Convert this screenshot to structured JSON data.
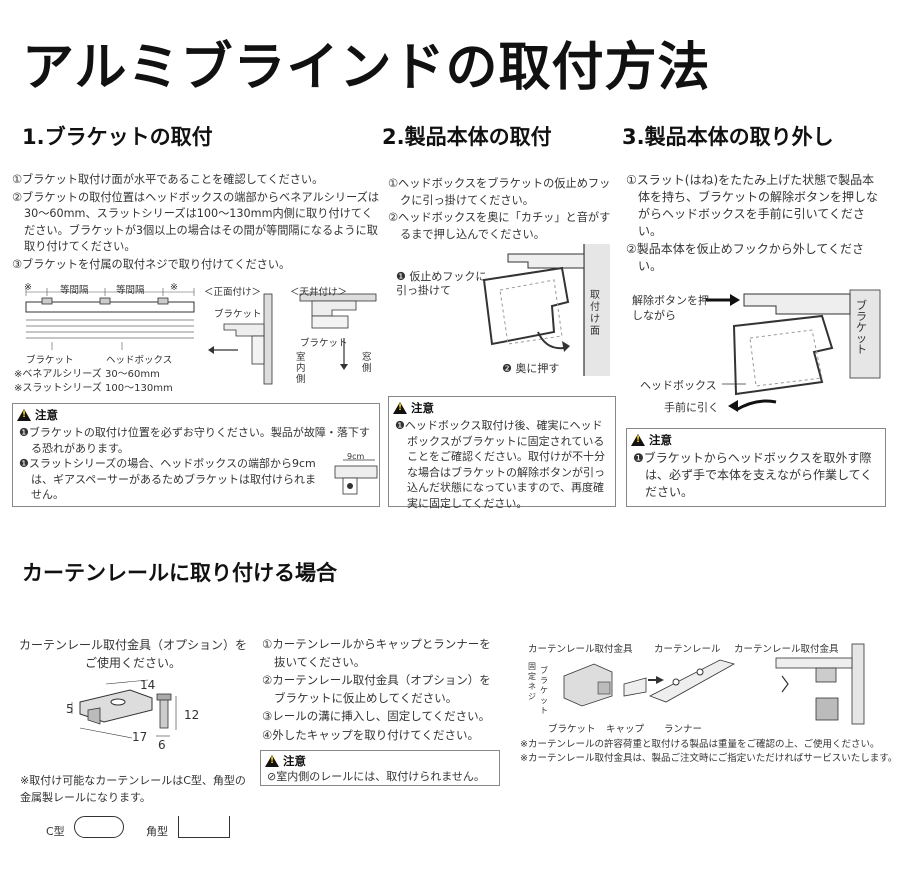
{
  "title": "アルミブラインドの取付方法",
  "sections": {
    "s1": {
      "heading": "1.ブラケットの取付",
      "steps": [
        "①ブラケット取付け面が水平であることを確認してください。",
        "②ブラケットの取付位置はヘッドボックスの端部からベネアルシリーズは30～60mm、スラットシリーズは100～130mm内側に取り付けてください。ブラケットが3個以上の場合はその間が等間隔になるように取取り付けてください。",
        "③ブラケットを付属の取付ネジで取り付けてください。"
      ],
      "diagram": {
        "mark": "※",
        "equal1": "等間隔",
        "equal2": "等間隔",
        "bracket": "ブラケット",
        "headbox": "ヘッドボックス",
        "front_title": "＜正面付け＞",
        "front_bracket": "ブラケット",
        "ceiling_title": "＜天井付け＞",
        "ceiling_bracket": "ブラケット",
        "indoor": "室内側",
        "window": "窓側"
      },
      "notes": [
        "※ベネアルシリーズ 30～60mm",
        "※スラットシリーズ 100～130mm"
      ],
      "caution": {
        "label": "注意",
        "items": [
          "❶ブラケットの取付け位置を必ずお守りください。製品が故障・落下する恐れがあります。",
          "❶スラットシリーズの場合、ヘッドボックスの端部から9cmは、ギアスペーサーがあるためブラケットは取付けられません。"
        ],
        "dim": "9cm"
      }
    },
    "s2": {
      "heading": "2.製品本体の取付",
      "steps": [
        "①ヘッドボックスをブラケットの仮止めフックに引っ掛けてください。",
        "②ヘッドボックスを奥に「カチッ」と音がするまで押し込んでください。"
      ],
      "diagram": {
        "step1": "❶ 仮止めフックに引っ掛けて",
        "step2": "❷ 奥に押す",
        "wall": "取付け面"
      },
      "caution": {
        "label": "注意",
        "items": [
          "❶ヘッドボックス取付け後、確実にヘッドボックスがブラケットに固定されていることをご確認ください。取付けが不十分な場合はブラケットの解除ボタンが引っ込んだ状態になっていますので、再度確実に固定してください。"
        ]
      }
    },
    "s3": {
      "heading": "3.製品本体の取り外し",
      "steps": [
        "①スラット(はね)をたたみ上げた状態で製品本体を持ち、ブラケットの解除ボタンを押しながらヘッドボックスを手前に引いてください。",
        "②製品本体を仮止めフックから外してください。"
      ],
      "diagram": {
        "release": "解除ボタンを押しながら",
        "bracket": "ブラケット",
        "headbox": "ヘッドボックス",
        "pull": "手前に引く"
      },
      "caution": {
        "label": "注意",
        "items": [
          "❶ブラケットからヘッドボックスを取外す際は、必ず手で本体を支えながら作業してください。"
        ]
      }
    },
    "s4": {
      "heading": "カーテンレールに取り付ける場合",
      "intro": "カーテンレール取付金具（オプション）をご使用ください。",
      "dims": {
        "w": "14",
        "h": "12",
        "t": "5",
        "d": "17",
        "b": "6"
      },
      "compat": "※取付け可能なカーテンレールはC型、角型の金属製レールになります。",
      "c_type": "C型",
      "square_type": "角型",
      "steps": [
        "①カーテンレールからキャップとランナーを抜いてください。",
        "②カーテンレール取付金具（オプション）をブラケットに仮止めしてください。",
        "③レールの溝に挿入し、固定してください。",
        "④外したキャップを取り付けてください。"
      ],
      "caution": {
        "label": "注意",
        "item": "⊘室内側のレールには、取付けられません。"
      },
      "diagram": {
        "fitting": "カーテンレール取付金具",
        "rail": "カーテンレール",
        "fitting2": "カーテンレール取付金具",
        "screw": "固定ネジ",
        "bracket_v": "ブラケット",
        "bracket": "ブラケット",
        "cap": "キャップ",
        "runner": "ランナー"
      },
      "footnotes": [
        "※カーテンレールの許容荷重と取付ける製品は重量をご確認の上、ご使用ください。",
        "※カーテンレール取付金具は、製品ご注文時にご指定いただければサービスいたします。"
      ]
    }
  }
}
